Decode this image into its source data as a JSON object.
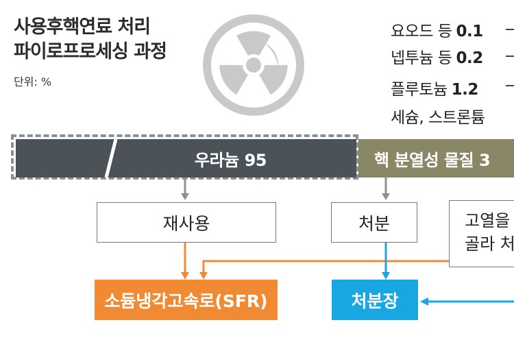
{
  "title_line1": "사용후핵연료 처리",
  "title_line2": "파이로프로세싱 과정",
  "unit": "단위: %",
  "legend": [
    {
      "label": "요오드 등",
      "value": "0.1"
    },
    {
      "label": "넵투늄 등",
      "value": "0.2"
    },
    {
      "label": "플루토늄",
      "value": "1.2"
    },
    {
      "label": "세슘, 스트론튬",
      "value": ""
    }
  ],
  "uranium_label": "우라늄 95",
  "fission_label": "핵 분열성 물질 3",
  "reuse_label": "재사용",
  "disposal_label": "처분",
  "highheat_line1": "고열을",
  "highheat_line2": "골라 처",
  "sfr_label": "소듐냉각고속로(SFR)",
  "repository_label": "처분장",
  "colors": {
    "orange": "#f08a33",
    "blue": "#18a7e0",
    "uranium": "#4b5358",
    "fission": "#8a8766",
    "gray_arrow": "#8b9094"
  }
}
